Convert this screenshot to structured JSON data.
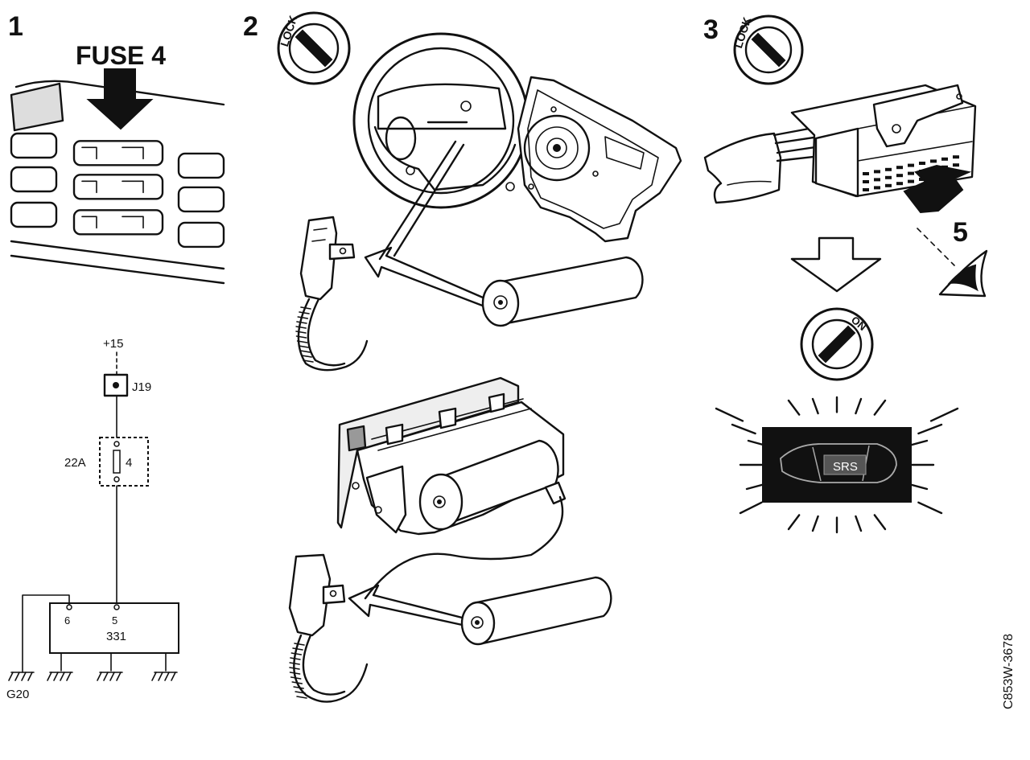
{
  "steps": {
    "s1": "1",
    "s2": "2",
    "s3": "3",
    "s5": "5"
  },
  "fuse": {
    "callout": "FUSE 4"
  },
  "circuit": {
    "supply": "+15",
    "connector": "J19",
    "fuse_rating": "22A",
    "fuse_number": "4",
    "pin_a": "6",
    "pin_b": "5",
    "unit": "331",
    "ground": "G20"
  },
  "ignition": {
    "lock_label": "LOCK",
    "on_label": "ON"
  },
  "warning_lamp": {
    "text": "SRS"
  },
  "reference": {
    "code": "C853W-3678"
  }
}
